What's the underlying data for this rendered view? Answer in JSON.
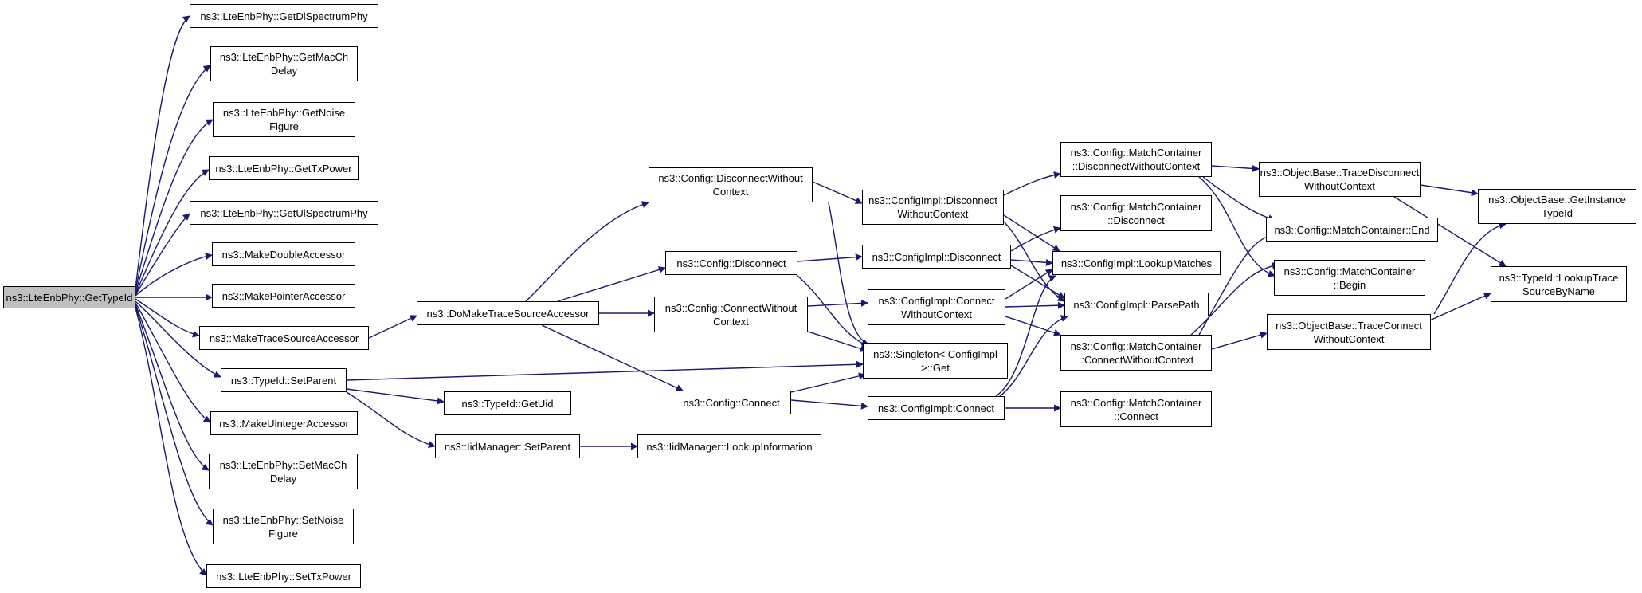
{
  "colors": {
    "edge": "#191970",
    "node_border": "#000000",
    "root_fill": "#bfbfbf",
    "node_fill": "#ffffff"
  },
  "nodes": {
    "root": "ns3::LteEnbPhy::GetTypeId",
    "get_dl_spectrum_phy": "ns3::LteEnbPhy::GetDlSpectrumPhy",
    "get_mac_ch_delay": "ns3::LteEnbPhy::GetMacCh\nDelay",
    "get_noise_figure": "ns3::LteEnbPhy::GetNoise\nFigure",
    "get_tx_power": "ns3::LteEnbPhy::GetTxPower",
    "get_ul_spectrum_phy": "ns3::LteEnbPhy::GetUlSpectrumPhy",
    "make_double_accessor": "ns3::MakeDoubleAccessor",
    "make_pointer_accessor": "ns3::MakePointerAccessor",
    "make_trace_source_accessor": "ns3::MakeTraceSourceAccessor",
    "typeid_set_parent": "ns3::TypeId::SetParent",
    "make_uinteger_accessor": "ns3::MakeUintegerAccessor",
    "set_mac_ch_delay": "ns3::LteEnbPhy::SetMacCh\nDelay",
    "set_noise_figure": "ns3::LteEnbPhy::SetNoise\nFigure",
    "set_tx_power": "ns3::LteEnbPhy::SetTxPower",
    "do_make_trace_source_accessor": "ns3::DoMakeTraceSourceAccessor",
    "typeid_get_uid": "ns3::TypeId::GetUid",
    "iidmanager_set_parent": "ns3::IidManager::SetParent",
    "iidmanager_lookup_information": "ns3::IidManager::LookupInformation",
    "config_disconnect_without_context": "ns3::Config::DisconnectWithout\nContext",
    "config_disconnect": "ns3::Config::Disconnect",
    "config_connect_without_context": "ns3::Config::ConnectWithout\nContext",
    "config_connect": "ns3::Config::Connect",
    "configimpl_disconnect_without_context": "ns3::ConfigImpl::Disconnect\nWithoutContext",
    "configimpl_disconnect": "ns3::ConfigImpl::Disconnect",
    "configimpl_connect_without_context": "ns3::ConfigImpl::Connect\nWithoutContext",
    "singleton_configimpl_get": "ns3::Singleton< ConfigImpl\n>::Get",
    "configimpl_connect": "ns3::ConfigImpl::Connect",
    "matchcontainer_disconnect_without_context": "ns3::Config::MatchContainer\n::DisconnectWithoutContext",
    "matchcontainer_disconnect": "ns3::Config::MatchContainer\n::Disconnect",
    "configimpl_lookup_matches": "ns3::ConfigImpl::LookupMatches",
    "configimpl_parse_path": "ns3::ConfigImpl::ParsePath",
    "matchcontainer_connect_without_context": "ns3::Config::MatchContainer\n::ConnectWithoutContext",
    "matchcontainer_connect": "ns3::Config::MatchContainer\n::Connect",
    "objectbase_trace_disconnect_without_context": "ns3::ObjectBase::TraceDisconnect\nWithoutContext",
    "matchcontainer_end": "ns3::Config::MatchContainer::End",
    "matchcontainer_begin": "ns3::Config::MatchContainer\n::Begin",
    "objectbase_trace_connect_without_context": "ns3::ObjectBase::TraceConnect\nWithoutContext",
    "objectbase_get_instance_typeid": "ns3::ObjectBase::GetInstance\nTypeId",
    "typeid_lookup_trace_source_by_name": "ns3::TypeId::LookupTrace\nSourceByName"
  }
}
